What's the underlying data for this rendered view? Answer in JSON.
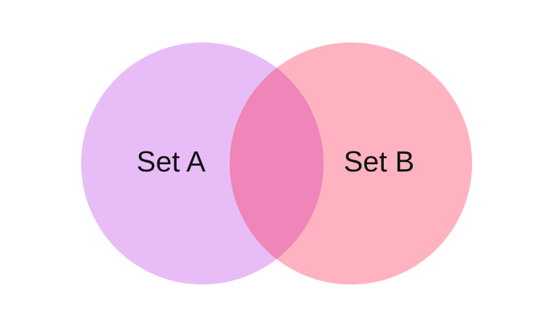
{
  "diagram": {
    "type": "venn",
    "sets": [
      {
        "label": "Set A",
        "color": "#e8bdf7"
      },
      {
        "label": "Set B",
        "color": "#ffb3c1"
      }
    ],
    "intersection": {
      "color": "#ef85b8"
    }
  }
}
